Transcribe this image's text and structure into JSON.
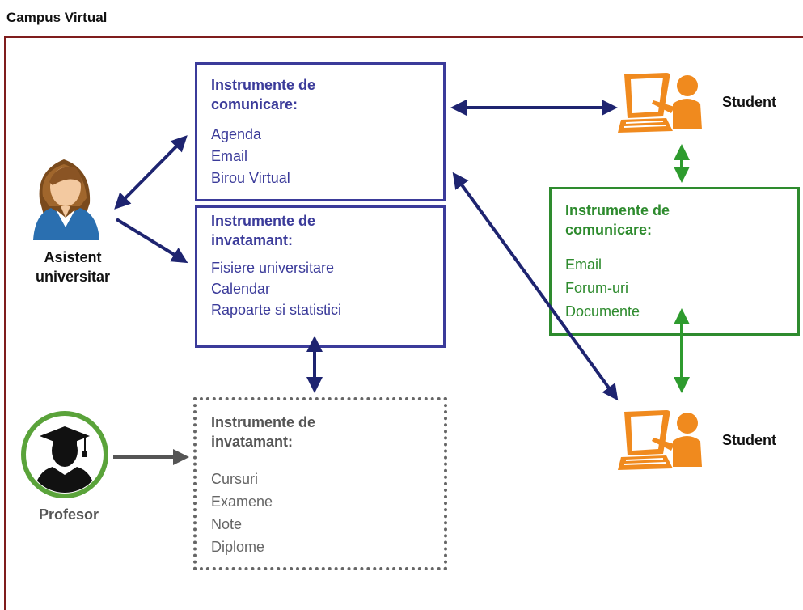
{
  "title": "Campus Virtual",
  "boxes": {
    "assistant_communication": {
      "heading_line1": "Instrumente de",
      "heading_line2": "comunicare:",
      "items": [
        "Agenda",
        "Email",
        "Birou Virtual"
      ]
    },
    "assistant_teaching": {
      "heading_line1": "Instrumente de",
      "heading_line2": "invatamant:",
      "items": [
        "Fisiere universitare",
        "Calendar",
        "Rapoarte si statistici"
      ]
    },
    "student_communication": {
      "heading_line1": "Instrumente de",
      "heading_line2": "comunicare:",
      "items": [
        "Email",
        "Forum-uri",
        "Documente"
      ]
    },
    "professor_teaching": {
      "heading_line1": "Instrumente de",
      "heading_line2": "invatamant:",
      "items": [
        "Cursuri",
        "Examene",
        "Note",
        "Diplome"
      ]
    }
  },
  "actors": {
    "assistant_line1": "Asistent",
    "assistant_line2": "universitar",
    "professor": "Profesor",
    "student_top": "Student",
    "student_bottom": "Student"
  },
  "icons": {
    "assistant": "female-assistant-avatar-icon",
    "professor": "graduate-professor-avatar-icon",
    "student": "student-at-computer-icon"
  },
  "colors": {
    "frame": "#7f1d1d",
    "assistant_tools": "#3b3b9a",
    "student_tools": "#2e8b2e",
    "professor_tools": "#666666",
    "arrow_dark": "#1e2470",
    "student_icon": "#f08a1e"
  }
}
